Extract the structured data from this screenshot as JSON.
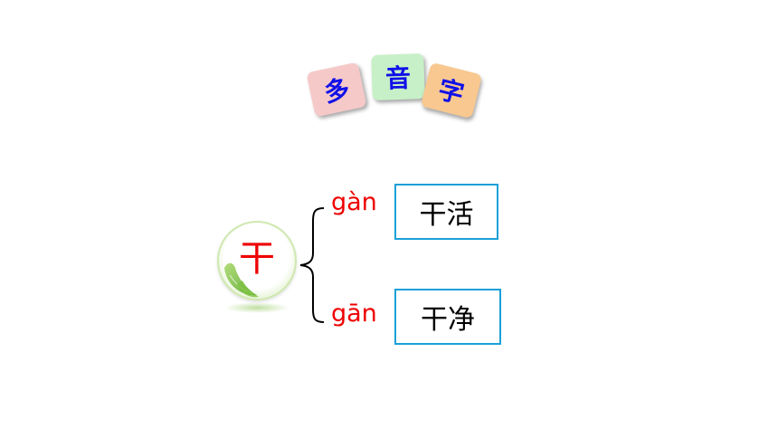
{
  "title": {
    "chars": [
      "多",
      "音",
      "字"
    ],
    "tile_colors": [
      "#f6c9c9",
      "#c8f0c8",
      "#f8c890"
    ],
    "text_color": "#1010e8"
  },
  "main": {
    "character": "干",
    "character_color": "#ee0000",
    "readings": [
      {
        "pinyin": "gàn",
        "word": "干活"
      },
      {
        "pinyin": "gān",
        "word": "干净"
      }
    ],
    "pinyin_color": "#ee0000",
    "box_border_color": "#1aa0d8"
  }
}
